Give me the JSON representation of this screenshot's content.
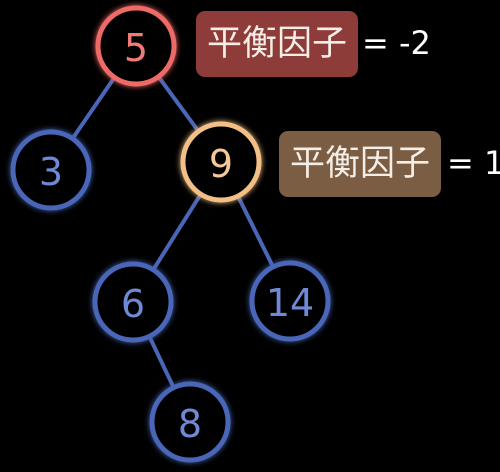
{
  "colors": {
    "background": "#000000",
    "edge": "#4a66b8",
    "normal_node": "#4a66b8",
    "normal_text": "#6f89d6",
    "unbalanced_node": "#ee6a66",
    "unbalanced_text": "#f07a74",
    "highlight_node": "#f2bf86",
    "highlight_text": "#f4c995",
    "tag_root_bg": "#8e3c39",
    "tag_child_bg": "#7b5d43"
  },
  "nodes": [
    {
      "id": "n5",
      "label": "5",
      "state": "unbalanced"
    },
    {
      "id": "n3",
      "label": "3",
      "state": "normal"
    },
    {
      "id": "n9",
      "label": "9",
      "state": "highlight"
    },
    {
      "id": "n6",
      "label": "6",
      "state": "normal"
    },
    {
      "id": "n14",
      "label": "14",
      "state": "normal"
    },
    {
      "id": "n8",
      "label": "8",
      "state": "normal"
    }
  ],
  "edges": [
    {
      "from": "n5",
      "to": "n3"
    },
    {
      "from": "n5",
      "to": "n9"
    },
    {
      "from": "n9",
      "to": "n6"
    },
    {
      "from": "n9",
      "to": "n14"
    },
    {
      "from": "n6",
      "to": "n8"
    }
  ],
  "annotations": {
    "root": {
      "label": "平衡因子",
      "value": "= -2"
    },
    "child": {
      "label": "平衡因子",
      "value": "= 1"
    }
  }
}
